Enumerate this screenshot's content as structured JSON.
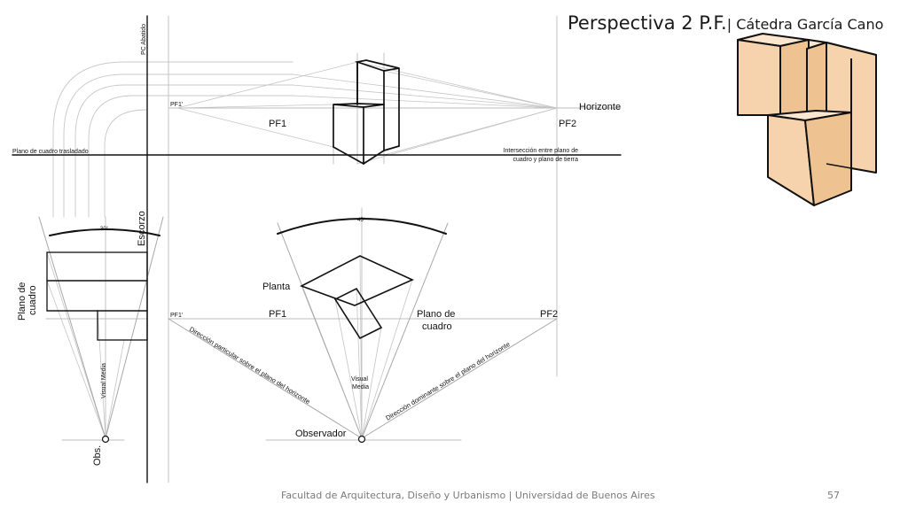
{
  "slide": {
    "title_main": "Perspectiva 2 P.F.",
    "title_sub": "| Cátedra García Cano",
    "footer": "Facultad de Arquitectura, Diseño y Urbanismo | Universidad de Buenos Aires",
    "page_number": "57"
  },
  "labels": {
    "pc_abatido": "PC Abatido",
    "pf1_prime_top": "PF1'",
    "pf1_top": "PF1",
    "pf2_top": "PF2",
    "horizonte": "Horizonte",
    "plano_trasladado": "Plano de cuadro trasladado",
    "interseccion_1": "Intersección entre plano de",
    "interseccion_2": "cuadro y plano de tierra",
    "escorzo": "Escorzo",
    "angle_30": "30°",
    "angle_45": "45°",
    "planta": "Planta",
    "plano_cuadro_left_1": "Plano de",
    "plano_cuadro_left_2": "cuadro",
    "pf1_prime_bottom": "PF1'",
    "pf1_bottom": "PF1",
    "plano_cuadro_right_1": "Plano de",
    "plano_cuadro_right_2": "cuadro",
    "pf2_bottom": "PF2",
    "direccion_particular": "Dirección particular sobre el plano del horizonte",
    "direccion_dominante": "Dirección dominante sobre el plano del horizonte",
    "visual_media_left": "Visual Media",
    "visual_media_right_1": "Visual",
    "visual_media_right_2": "Media",
    "observador": "Observador",
    "obs": "Obs."
  },
  "colors": {
    "line_dark": "#111111",
    "line_light": "#b8b8b8",
    "box_face_light": "#fbe6cf",
    "box_face_mid": "#f6d3ad",
    "box_face_dark": "#efc391"
  }
}
